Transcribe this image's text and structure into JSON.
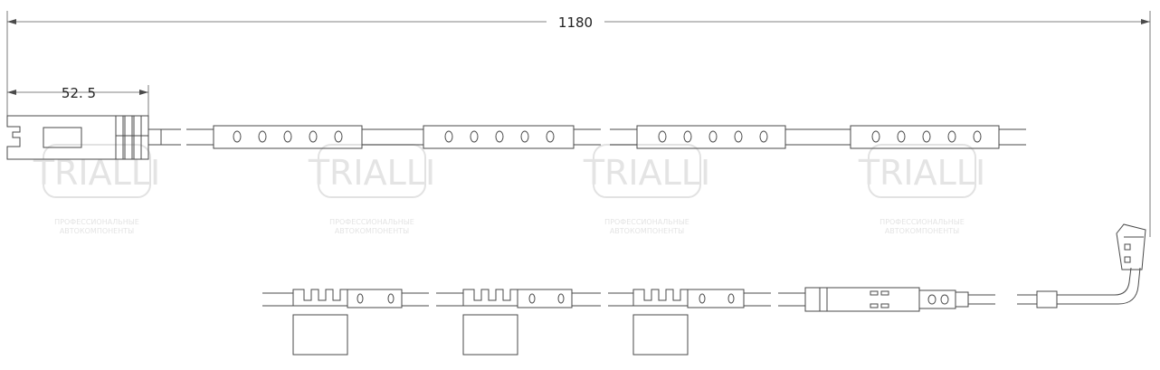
{
  "dimensions": {
    "total_length": "1180",
    "connector_length": "52. 5"
  },
  "watermark": {
    "brand": "TRIALLI",
    "caption_line1": "ПРОФЕССИОНАЛЬНЫЕ",
    "caption_line2": "АВТОКОМПОНЕНТЫ"
  },
  "colors": {
    "line": "#4a4a4a",
    "watermark": "#e2e2e2"
  }
}
